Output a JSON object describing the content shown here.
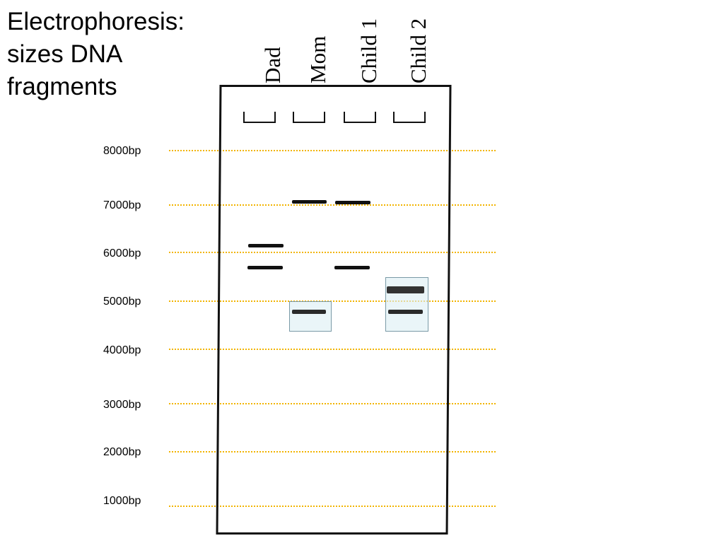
{
  "title": {
    "line1": "Electrophoresis:",
    "line2": "sizes DNA",
    "line3": "fragments"
  },
  "lanes": [
    {
      "label": "Dad"
    },
    {
      "label": "Mom"
    },
    {
      "label": "Child 1"
    },
    {
      "label": "Child 2"
    }
  ],
  "size_markers": [
    {
      "label": "8000bp"
    },
    {
      "label": "7000bp"
    },
    {
      "label": "6000bp"
    },
    {
      "label": "5000bp"
    },
    {
      "label": "4000bp"
    },
    {
      "label": "3000bp"
    },
    {
      "label": "2000bp"
    },
    {
      "label": "1000bp"
    }
  ],
  "colors": {
    "reference_line": "#f2b400",
    "highlight_border": "#7a9aa6",
    "highlight_fill": "#dceef4",
    "band": "#111111"
  }
}
